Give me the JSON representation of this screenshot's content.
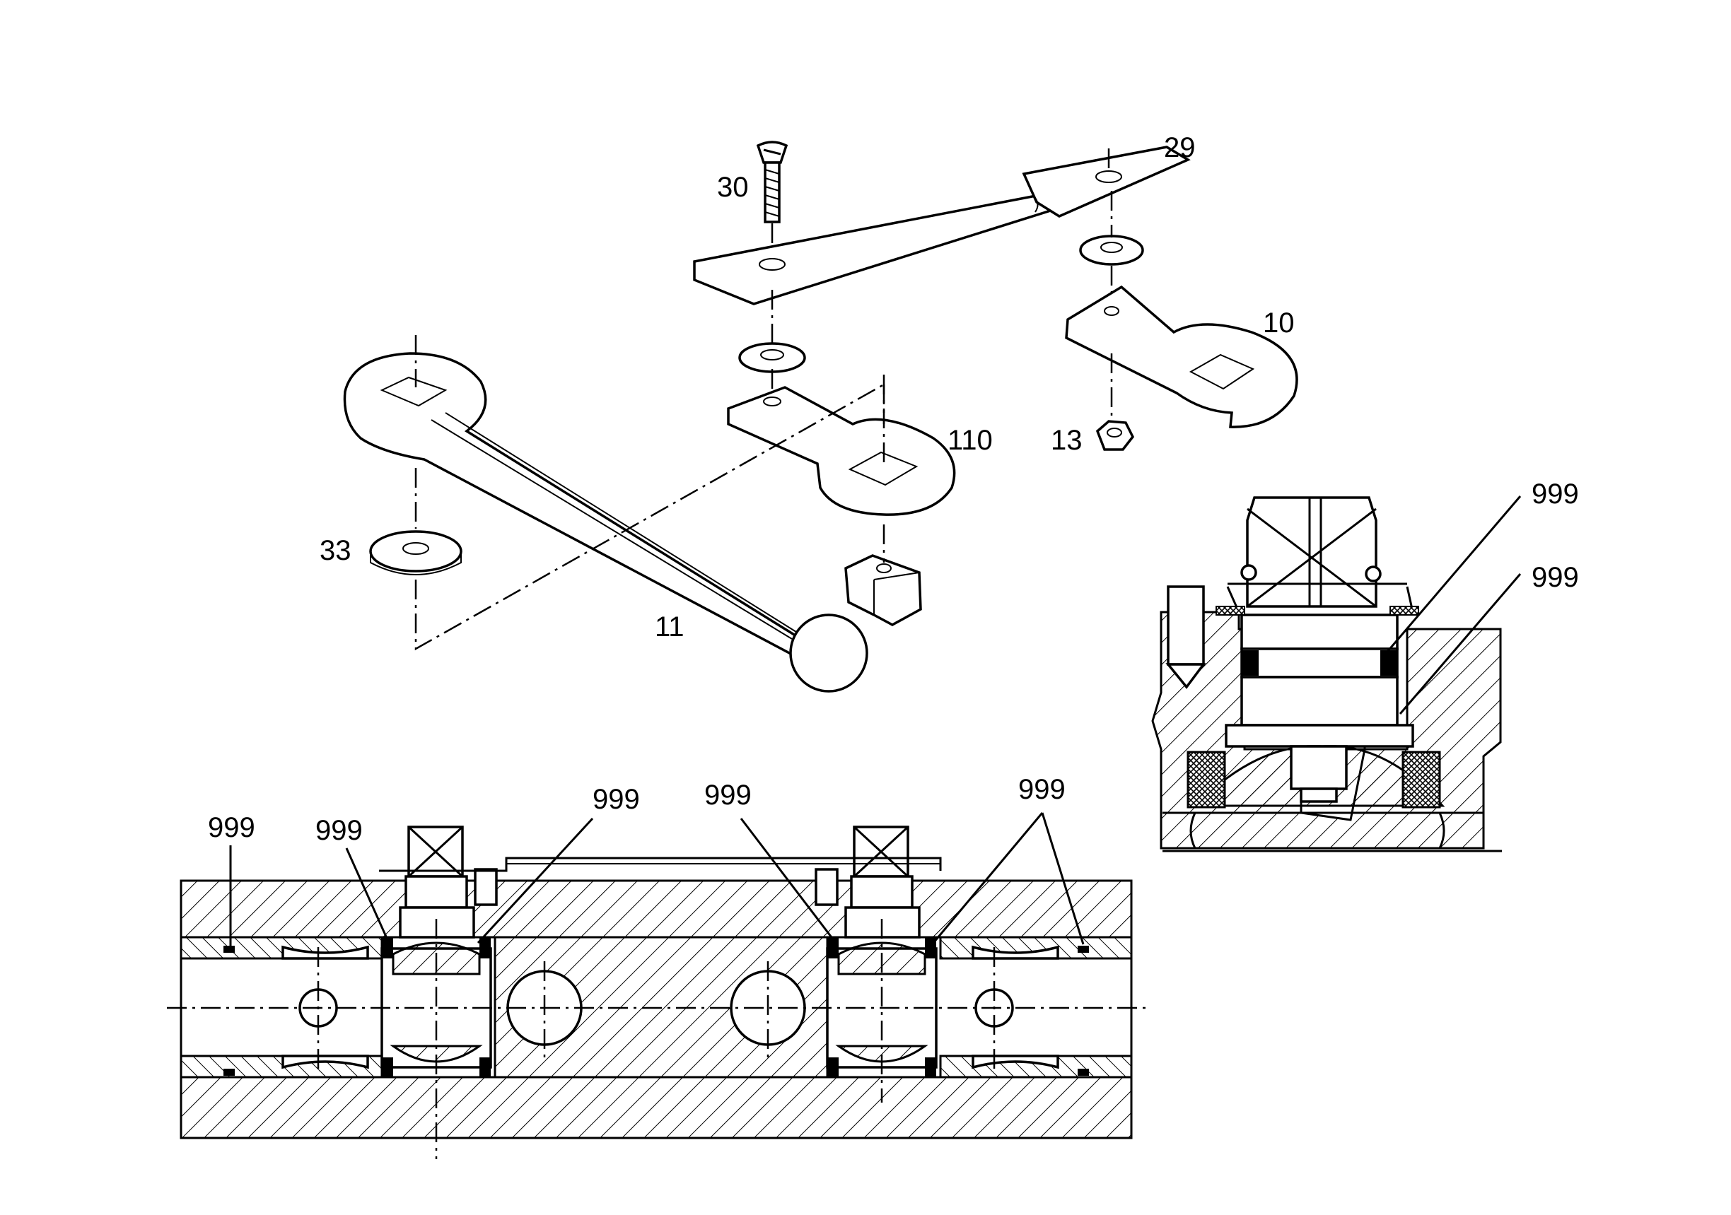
{
  "diagram": {
    "labels": {
      "screw": "30",
      "strap": "29",
      "lever_short": "10",
      "lever_arm": "110",
      "nut": "13",
      "washer": "33",
      "handle": "11"
    },
    "seal_ref": "999",
    "colors": {
      "ink": "#000000",
      "paper": "#ffffff"
    }
  }
}
